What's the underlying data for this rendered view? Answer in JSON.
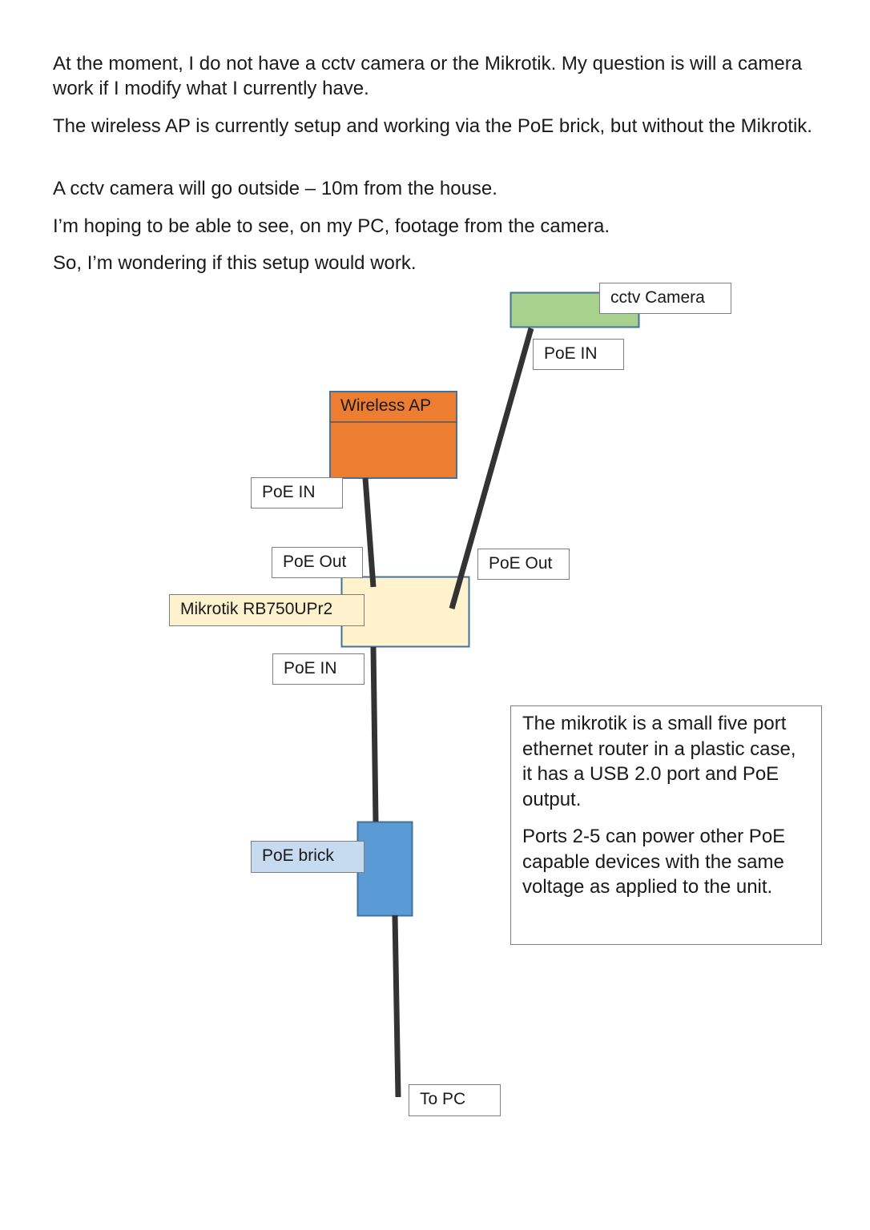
{
  "intro": {
    "paragraph1": "At the moment, I do not have a cctv camera or the Mikrotik. My question is will a camera work if I modify what I currently have.",
    "paragraph2": "The wireless AP is currently setup and working via the PoE brick, but without the Mikrotik.",
    "paragraph3": "A cctv camera will go outside – 10m from the house.",
    "paragraph4": "I’m hoping to be able to see, on my PC, footage from the camera.",
    "paragraph5": "So, I’m wondering if this setup would work."
  },
  "diagram": {
    "cctv_camera_label": "cctv Camera",
    "camera_poe_in_label": "PoE IN",
    "wireless_ap_label": "Wireless AP",
    "ap_poe_in_label": "PoE IN",
    "mikrotik_poe_out_left_label": "PoE Out",
    "mikrotik_poe_out_right_label": "PoE Out",
    "mikrotik_label": "Mikrotik RB750UPr2",
    "mikrotik_poe_in_label": "PoE IN",
    "poe_brick_label": "PoE brick",
    "to_pc_label": "To PC",
    "colors": {
      "camera": "#a9d18e",
      "wireless_ap": "#ed7d31",
      "mikrotik": "#fff2cc",
      "poe_brick": "#5b9bd5",
      "cable": "#333333"
    }
  },
  "note": {
    "paragraph1": "The mikrotik is a small five port ethernet router in a plastic case, it has a USB 2.0 port and PoE output.",
    "paragraph2": "Ports 2-5 can power other PoE capable devices with the same voltage as applied to the unit."
  }
}
